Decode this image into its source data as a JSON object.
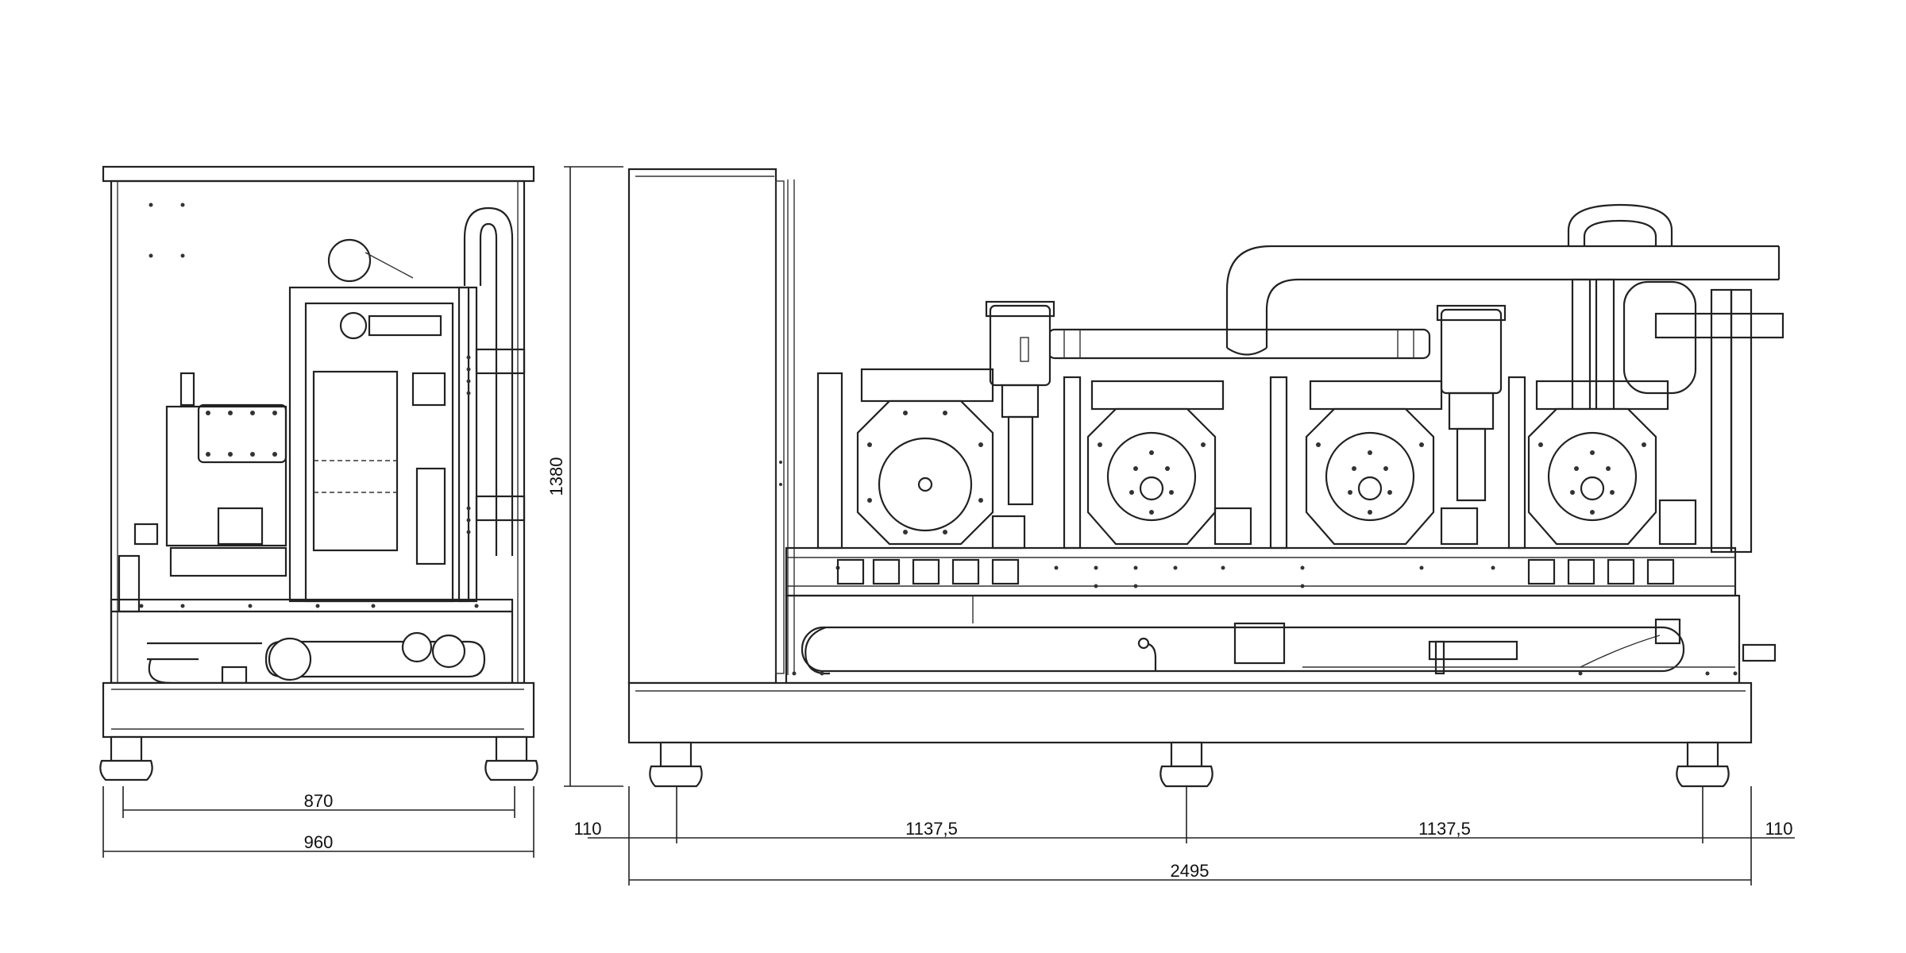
{
  "dimensions": {
    "front_inner_width": "870",
    "front_total_width": "960",
    "height": "1380",
    "left_offset": "110",
    "spacing_left": "1137,5",
    "spacing_right": "1137,5",
    "right_offset": "110",
    "side_total_length": "2495"
  }
}
